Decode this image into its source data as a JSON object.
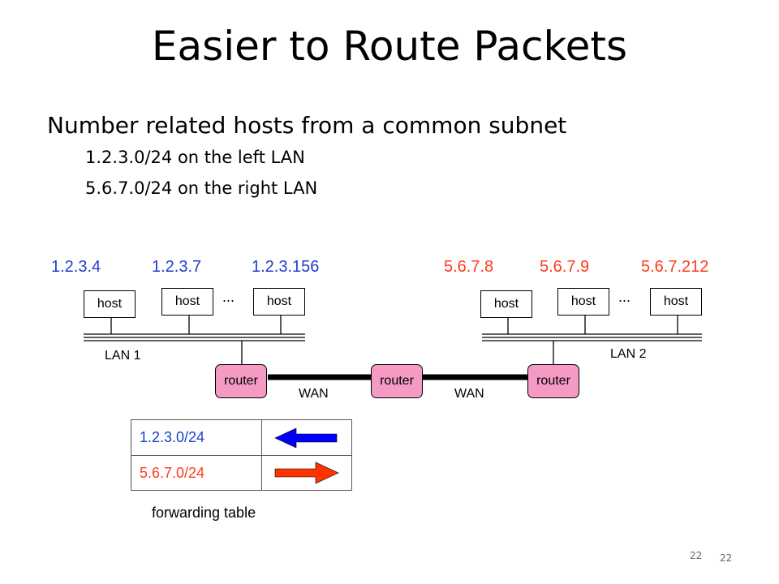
{
  "title": "Easier to Route Packets",
  "bullets": {
    "main": "Number related hosts from a common subnet",
    "sub1": "1.2.3.0/24 on the left LAN",
    "sub2": "5.6.7.0/24 on the right LAN"
  },
  "left_lan": {
    "ips": [
      "1.2.3.4",
      "1.2.3.7",
      "1.2.3.156"
    ],
    "host_label": "host",
    "ellipsis": "...",
    "lan_label": "LAN 1"
  },
  "right_lan": {
    "ips": [
      "5.6.7.8",
      "5.6.7.9",
      "5.6.7.212"
    ],
    "host_label": "host",
    "ellipsis": "...",
    "lan_label": "LAN 2"
  },
  "routers": [
    "router",
    "router",
    "router"
  ],
  "wan_labels": [
    "WAN",
    "WAN"
  ],
  "forwarding_table": {
    "rows": [
      {
        "prefix": "1.2.3.0/24",
        "direction": "left",
        "color": "#0000ff"
      },
      {
        "prefix": "5.6.7.0/24",
        "direction": "right",
        "color": "#ff3300"
      }
    ],
    "caption": "forwarding table"
  },
  "page_numbers": [
    "22",
    "22"
  ],
  "colors": {
    "left_ip": "#1d3fcf",
    "right_ip": "#ff3b1f",
    "router_fill": "#f49ac4",
    "arrow_left": "#0000ff",
    "arrow_right": "#ff3300"
  }
}
